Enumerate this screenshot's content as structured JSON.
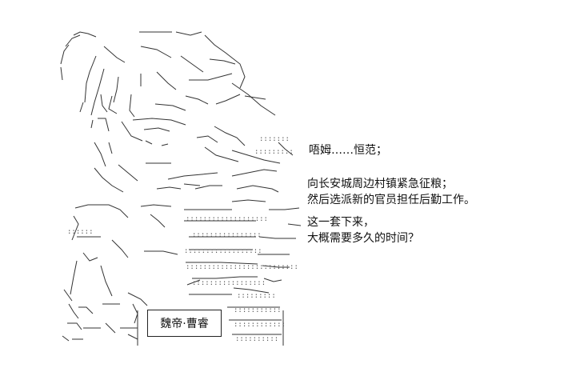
{
  "dialogue": {
    "line1": "唔姆……恒范；",
    "line2": "向长安城周边村镇紧急征粮；",
    "line3": "然后选派新的官员担任后勤工作。",
    "line4": "这一套下来，",
    "line5": "大概需要多久的时间？"
  },
  "speaker": {
    "name": "魏帝·曹睿"
  }
}
